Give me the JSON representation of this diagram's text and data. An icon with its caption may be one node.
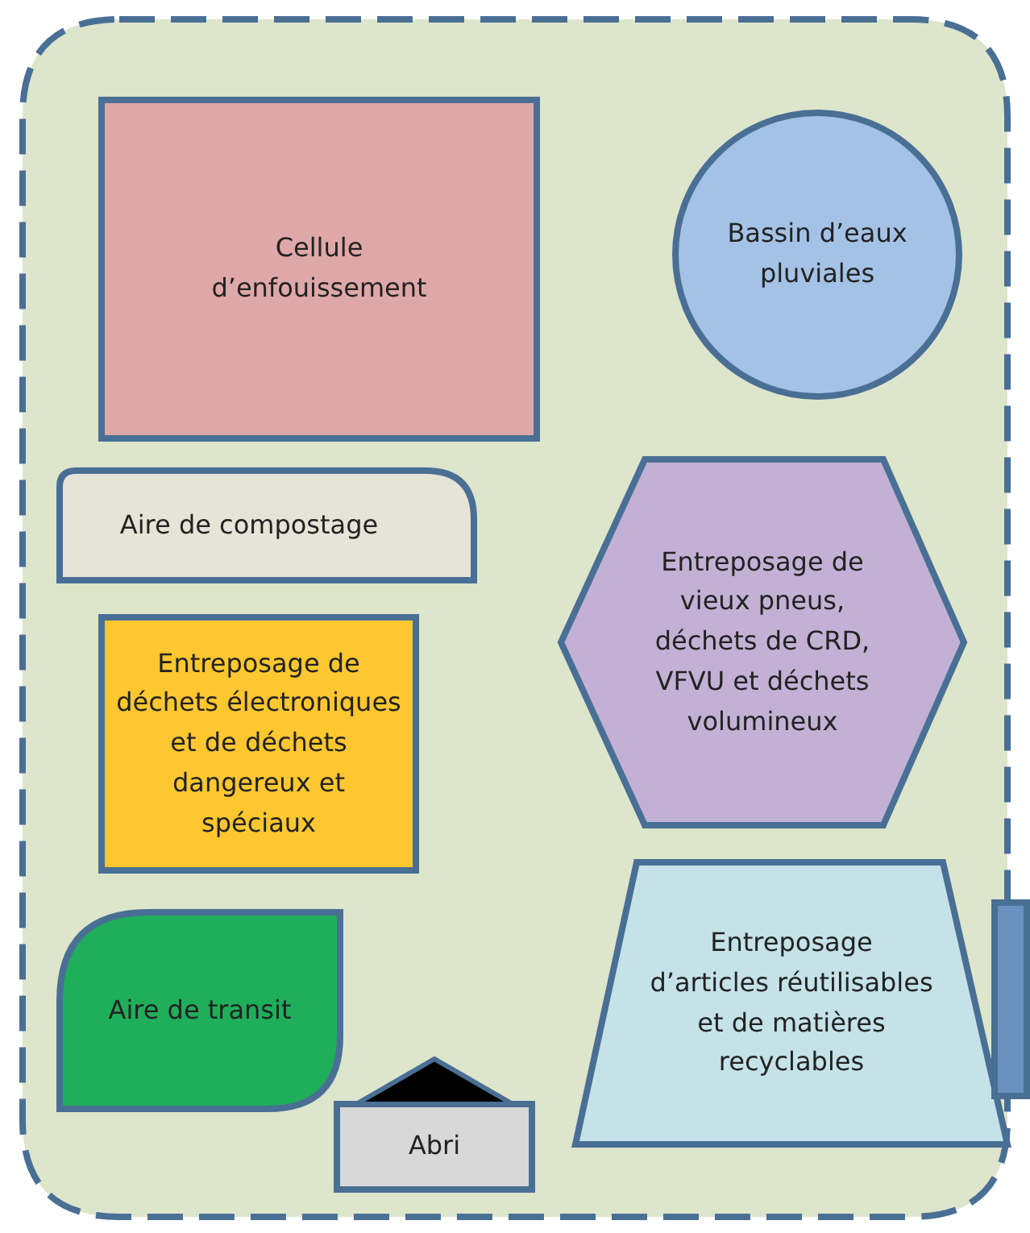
{
  "diagram": {
    "nodes": [
      {
        "text": [],
        "shape": "box"
      },
      {
        "text": [
          "Cellule d’enfouissement"
        ],
        "in": 0
      },
      {
        "text": [
          "Bassin d’eaux pluviales"
        ],
        "in": 0
      },
      {
        "text": [
          "Aire de compostage"
        ],
        "in": 0
      },
      {
        "text": [
          "Entreposage de vieux pneus, déchets de CRD, VFVU et déchets volumineux"
        ],
        "in": 0
      },
      {
        "text": [
          "Entreposage de déchets électroniques et de déchets dangereux et spéciaux"
        ],
        "in": 0
      },
      {
        "text": [
          "Entreposage d’articles réutilisables et de matières recyclables"
        ],
        "in": 0
      },
      {
        "text": [],
        "shape": "bar"
      },
      {
        "text": [
          "Aire de transit"
        ],
        "in": 0
      },
      {
        "text": [
          "Abri"
        ],
        "in": 0
      }
    ]
  }
}
